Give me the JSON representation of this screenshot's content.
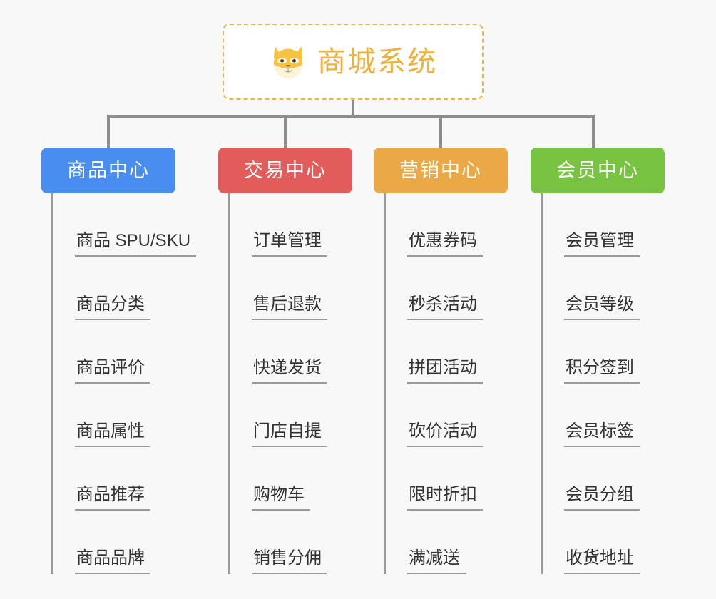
{
  "page": {
    "background_color": "#f8f8f8",
    "type": "org-chart-mindmap"
  },
  "root": {
    "title": "商城系统",
    "icon": "shiba-dog-face-icon",
    "text_color": "#f0b13c",
    "border_color": "#eeb44a",
    "background_color": "#ffffff"
  },
  "columns": [
    {
      "title": "商品中心",
      "color": "#4a8df0",
      "items": [
        "商品 SPU/SKU",
        "商品分类",
        "商品评价",
        "商品属性",
        "商品推荐",
        "商品品牌"
      ]
    },
    {
      "title": "交易中心",
      "color": "#e25c5c",
      "items": [
        "订单管理",
        "售后退款",
        "快递发货",
        "门店自提",
        "购物车",
        "销售分佣"
      ]
    },
    {
      "title": "营销中心",
      "color": "#eaa946",
      "items": [
        "优惠券码",
        "秒杀活动",
        "拼团活动",
        "砍价活动",
        "限时折扣",
        "满减送"
      ]
    },
    {
      "title": "会员中心",
      "color": "#79c342",
      "items": [
        "会员管理",
        "会员等级",
        "积分签到",
        "会员标签",
        "会员分组",
        "收货地址"
      ]
    }
  ],
  "connector": {
    "color": "#8c8c8c"
  }
}
